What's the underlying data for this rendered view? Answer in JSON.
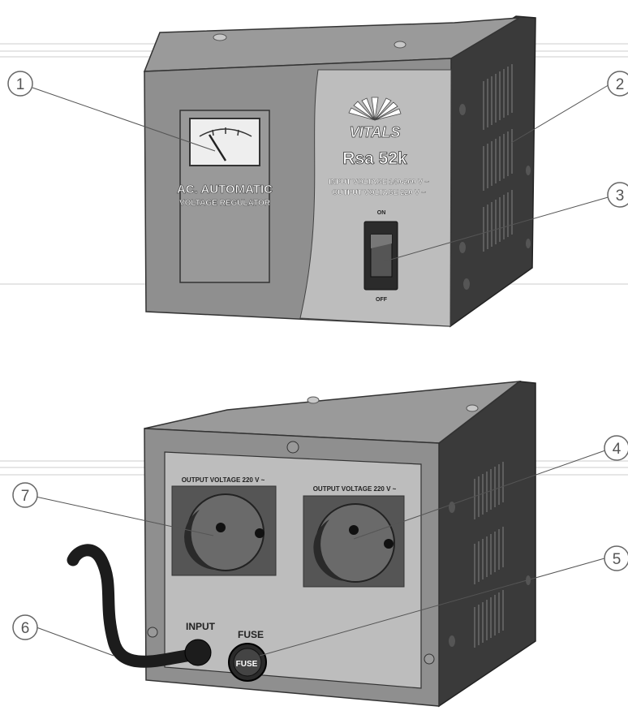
{
  "front": {
    "brand": "VITALS",
    "model": "Rsa 52k",
    "input_voltage": "INPUT VOLTAGE 140-260 V ~",
    "output_voltage": "OUTPUT VOLTAGE 220 V ~",
    "meter_title": "AC. AUTOMATIC",
    "meter_subtitle": "VOLTAGE REGULATOR",
    "switch_on": "ON",
    "switch_off": "OFF"
  },
  "back": {
    "socket_left_label": "OUTPUT VOLTAGE 220 V ~",
    "socket_right_label": "OUTPUT VOLTAGE 220 V ~",
    "input_label": "INPUT",
    "fuse_label": "FUSE",
    "fuse_cap_text": "FUSE"
  },
  "callouts": [
    "1",
    "2",
    "3",
    "4",
    "5",
    "6",
    "7"
  ]
}
